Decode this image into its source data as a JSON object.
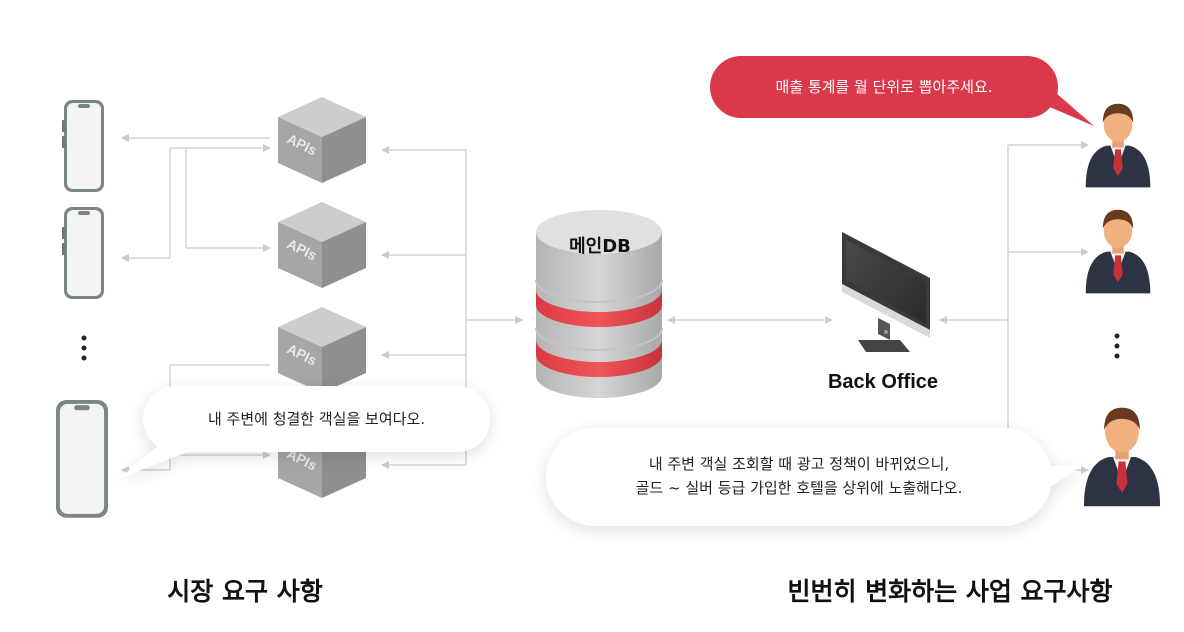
{
  "api_label": "APIs",
  "db_label": "메인DB",
  "back_office_label": "Back Office",
  "customer_bubble": "내 주변에 청결한 객실을 보여다오.",
  "admin_top_bubble": "매출 통계를 월 단위로 뽑아주세요.",
  "admin_bottom_bubble": {
    "line1": "내 주변 객실 조회할 때 광고 정책이 바뀌었으니,",
    "line2": "골드 ~ 실버 등급 가입한 호텔을 상위에 노출해다오."
  },
  "left_caption": "시장 요구 사항",
  "right_caption": "빈번히 변화하는 사업 요구사항",
  "colors": {
    "accent_red": "#d9394a",
    "db_stripe": "#e8484e",
    "cube": "#a9a9a9",
    "arrow": "#cfcfcf"
  }
}
